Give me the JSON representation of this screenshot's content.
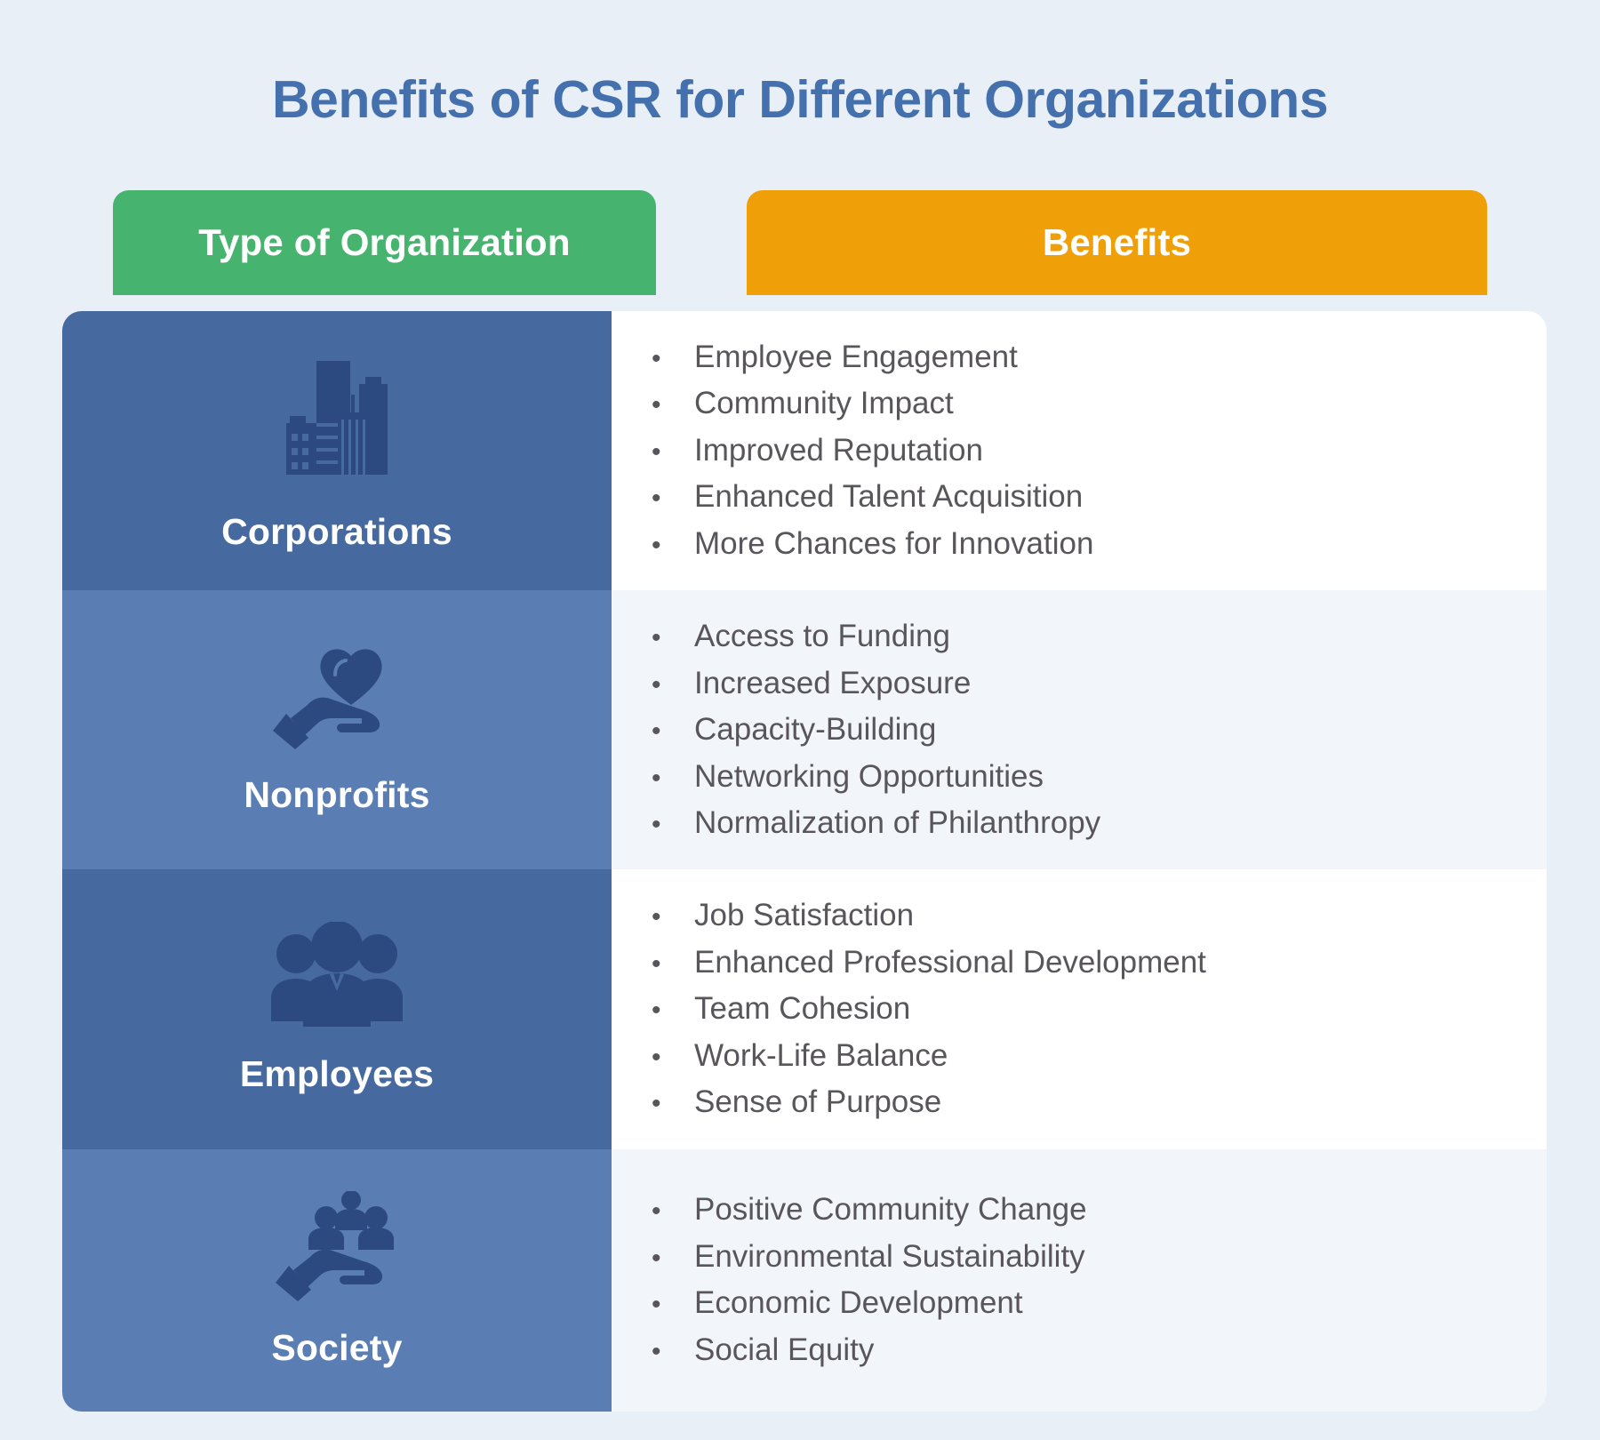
{
  "page": {
    "title": "Benefits of CSR for Different Organizations",
    "background_color": "#e9eff7",
    "title_color": "#4471ad"
  },
  "table": {
    "headers": {
      "left": "Type of Organization",
      "right": "Benefits",
      "left_color": "#46b46e",
      "right_color": "#efa008"
    },
    "bullet": "•",
    "rows": [
      {
        "organization": "Corporations",
        "icon": "office-buildings-icon",
        "benefits": [
          "Employee Engagement",
          "Community Impact",
          "Improved Reputation",
          "Enhanced Talent Acquisition",
          "More Chances for Innovation"
        ]
      },
      {
        "organization": "Nonprofits",
        "icon": "heart-in-hand-icon",
        "benefits": [
          "Access to Funding",
          "Increased Exposure",
          "Capacity-Building",
          "Networking Opportunities",
          "Normalization of Philanthropy"
        ]
      },
      {
        "organization": "Employees",
        "icon": "group-of-people-icon",
        "benefits": [
          "Job Satisfaction",
          "Enhanced Professional Development",
          "Team Cohesion",
          "Work-Life Balance",
          "Sense of Purpose"
        ]
      },
      {
        "organization": "Society",
        "icon": "people-in-hand-icon",
        "benefits": [
          "Positive Community Change",
          "Environmental Sustainability",
          "Economic Development",
          "Social Equity"
        ]
      }
    ]
  }
}
